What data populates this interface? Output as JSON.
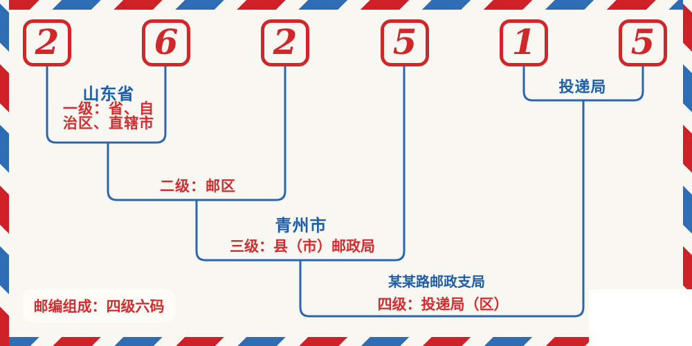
{
  "colors": {
    "paper": "#f8f7f2",
    "stripe_red": "#cd2127",
    "stripe_blue": "#2e6db4",
    "digit_red": "#d0282a",
    "line_blue": "#2a65ad",
    "text_blue": "#1e5da8",
    "text_red": "#d42b2e",
    "chip_bg": "#fdfcf7",
    "corner_white": "#fefefe"
  },
  "postal_code": {
    "digits": [
      "2",
      "6",
      "2",
      "5",
      "1",
      "5"
    ]
  },
  "levels": [
    {
      "name": "山东省",
      "description_line1": "一级：省、自",
      "description_line2": "治区、直辖市"
    },
    {
      "description": "二级：邮区"
    },
    {
      "name": "青州市",
      "description": "三级：县（市）邮政局"
    },
    {
      "name": "某某路邮政支局",
      "description": "四级：投递局（区）"
    },
    {
      "name": "投递局"
    }
  ],
  "note": {
    "text": "邮编组成：四级六码"
  }
}
